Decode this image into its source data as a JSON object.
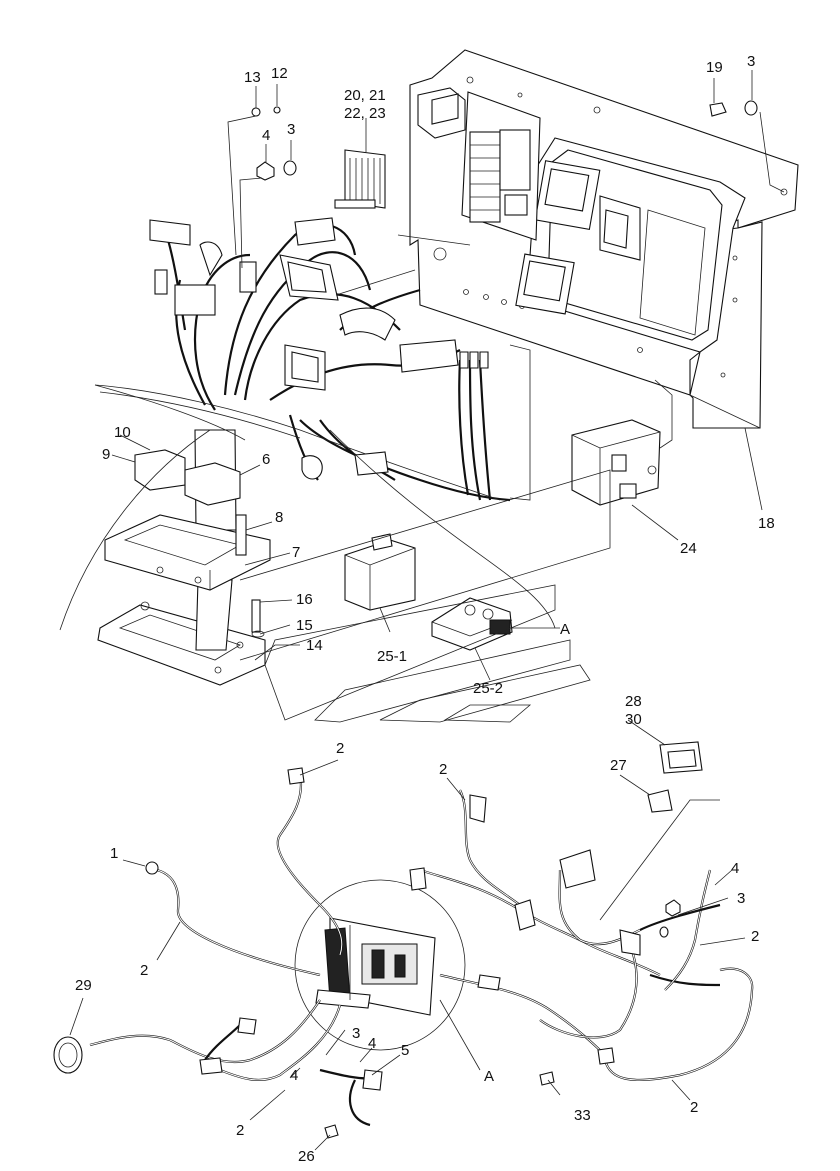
{
  "callouts": [
    {
      "id": "c13",
      "text": "13"
    },
    {
      "id": "c12",
      "text": "12"
    },
    {
      "id": "c4a",
      "text": "4"
    },
    {
      "id": "c3a",
      "text": "3"
    },
    {
      "id": "c20",
      "text": "20, 21"
    },
    {
      "id": "c22",
      "text": "22, 23"
    },
    {
      "id": "c19",
      "text": "19"
    },
    {
      "id": "c3b",
      "text": "3"
    },
    {
      "id": "c10",
      "text": "10"
    },
    {
      "id": "c9",
      "text": "9"
    },
    {
      "id": "c6",
      "text": "6"
    },
    {
      "id": "c8",
      "text": "8"
    },
    {
      "id": "c7",
      "text": "7"
    },
    {
      "id": "c16",
      "text": "16"
    },
    {
      "id": "c15",
      "text": "15"
    },
    {
      "id": "c14",
      "text": "14"
    },
    {
      "id": "c251",
      "text": "25-1"
    },
    {
      "id": "cA1",
      "text": "A"
    },
    {
      "id": "c252",
      "text": "25-2"
    },
    {
      "id": "c24",
      "text": "24"
    },
    {
      "id": "c18",
      "text": "18"
    },
    {
      "id": "c28",
      "text": "28"
    },
    {
      "id": "c30",
      "text": "30"
    },
    {
      "id": "c27",
      "text": "27"
    },
    {
      "id": "c2a",
      "text": "2"
    },
    {
      "id": "c2b",
      "text": "2"
    },
    {
      "id": "c1",
      "text": "1"
    },
    {
      "id": "c4b",
      "text": "4"
    },
    {
      "id": "c3c",
      "text": "3"
    },
    {
      "id": "c2c",
      "text": "2"
    },
    {
      "id": "c2d",
      "text": "2"
    },
    {
      "id": "c29",
      "text": "29"
    },
    {
      "id": "c3d",
      "text": "3"
    },
    {
      "id": "c4c",
      "text": "4"
    },
    {
      "id": "c5",
      "text": "5"
    },
    {
      "id": "c4d",
      "text": "4"
    },
    {
      "id": "cA2",
      "text": "A"
    },
    {
      "id": "c2e",
      "text": "2"
    },
    {
      "id": "c33",
      "text": "33"
    },
    {
      "id": "c2f",
      "text": "2"
    },
    {
      "id": "c26",
      "text": "26"
    }
  ]
}
